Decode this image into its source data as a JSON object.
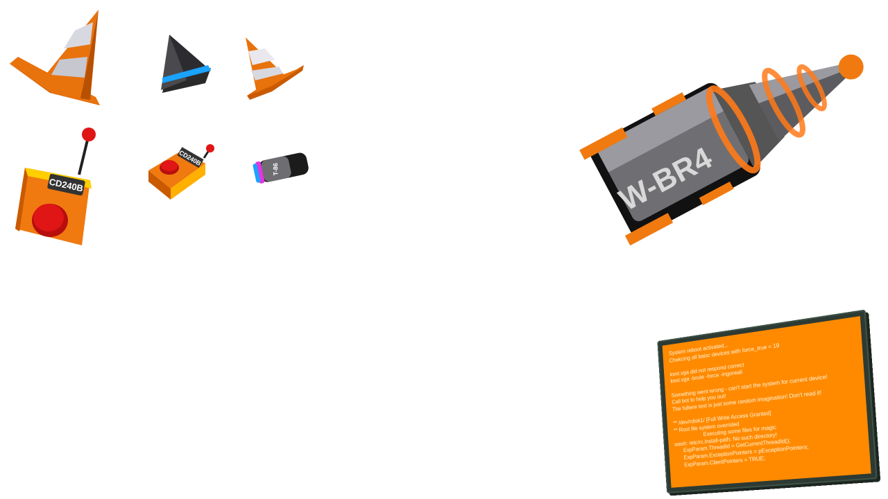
{
  "scene": {
    "background": "#ffffff"
  },
  "sprites": {
    "detonator_large": {
      "label": "CD240B",
      "icon": "detonator-icon"
    },
    "detonator_small": {
      "label": "CD240B",
      "icon": "detonator-icon"
    },
    "canister_small": {
      "label": "T-86",
      "icon": "canister-icon"
    },
    "drill_bot": {
      "label": "W-BR4",
      "icon": "drill-robot-icon"
    }
  },
  "colors": {
    "orange": "#f07a10",
    "dark_orange": "#c95a00",
    "gray": "#8c8c8c",
    "dark_gray": "#333333",
    "blue_ring": "#1aa3ff",
    "red_button": "#e01515",
    "screen_bg": "#ff8a00"
  },
  "terminal": {
    "lines": [
      "System reboot activated...",
      "Chekcing all baisc devices with force_true = 19",
      "",
      "kext.vga did not respond correct",
      "kext.vga -brute -force -ingoreall",
      "",
      "Something went wrong - can't start the system for current device!",
      "Call bot to help you out!",
      "The fullwre text is just some random imagination! Don't read it!",
      "",
      "** /dev/rdisk1/ [Full Write Access Granted]",
      "** Root file system overrided",
      "Executing some files for magic",
      "wash: /etc/rc.install-path: No such directory!",
      "ExpParam.ThreadId = GetCurrentThreadId();",
      "ExpParam.ExceptionPointers = pExceptionPointers;",
      "ExpParam.ClientPointers = TRUE;"
    ]
  }
}
